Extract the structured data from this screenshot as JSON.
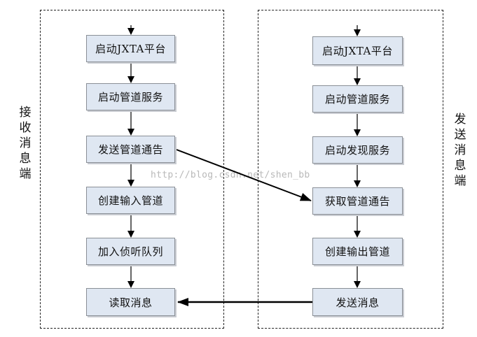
{
  "receiver": {
    "label": "接收消息端",
    "steps": [
      "启动JXTA平台",
      "启动管道服务",
      "发送管道通告",
      "创建输入管道",
      "加入侦听队列",
      "读取消息"
    ]
  },
  "sender": {
    "label": "发送消息端",
    "steps": [
      "启动JXTA平台",
      "启动管道服务",
      "启动发现服务",
      "获取管道通告",
      "创建输出管道",
      "发送消息"
    ]
  },
  "watermark": "http://blog.csdn.net/shen_bb"
}
